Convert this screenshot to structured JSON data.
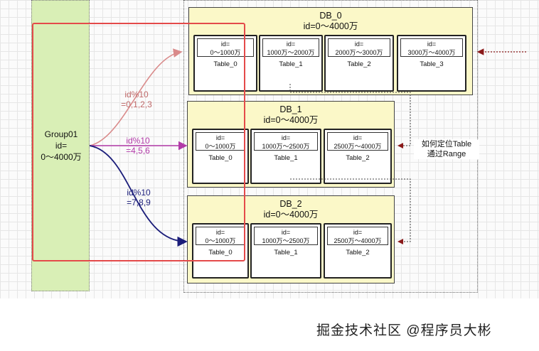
{
  "group": {
    "name": "Group01",
    "id_label": "id=",
    "range": "0～4000万"
  },
  "routes": [
    {
      "label": "id%10",
      "values": "=0,1,2,3",
      "color": "#c06a6a"
    },
    {
      "label": "id%10",
      "values": "=4,5,6",
      "color": "#b23aa8"
    },
    {
      "label": "id%10",
      "values": "=7,8,9",
      "color": "#1b1d7a"
    }
  ],
  "databases": [
    {
      "name": "DB_0",
      "range": "id=0～4000万",
      "tables": [
        {
          "head1": "id=",
          "head2": "0～1000万",
          "name": "Table_0"
        },
        {
          "head1": "id=",
          "head2": "1000万～2000万",
          "name": "Table_1"
        },
        {
          "head1": "id=",
          "head2": "2000万～3000万",
          "name": "Table_2"
        },
        {
          "head1": "id=",
          "head2": "3000万～4000万",
          "name": "Table_3"
        }
      ]
    },
    {
      "name": "DB_1",
      "range": "id=0～4000万",
      "tables": [
        {
          "head1": "id=",
          "head2": "0～1000万",
          "name": "Table_0"
        },
        {
          "head1": "id=",
          "head2": "1000万～2500万",
          "name": "Table_1"
        },
        {
          "head1": "id=",
          "head2": "2500万～4000万",
          "name": "Table_2"
        }
      ]
    },
    {
      "name": "DB_2",
      "range": "id=0～4000万",
      "tables": [
        {
          "head1": "id=",
          "head2": "0～1000万",
          "name": "Table_0"
        },
        {
          "head1": "id=",
          "head2": "1000万～2500万",
          "name": "Table_1"
        },
        {
          "head1": "id=",
          "head2": "2500万～4000万",
          "name": "Table_2"
        }
      ]
    }
  ],
  "note": {
    "line1": "如何定位Table",
    "line2": "通过Range"
  },
  "watermark": "掘金技术社区 @程序员大彬",
  "colors": {
    "group_fill": "#d9efb6",
    "db_fill": "#fbf8c8",
    "red_box": "#e44a4a",
    "dotted_arrow": "#8b1a1a"
  }
}
